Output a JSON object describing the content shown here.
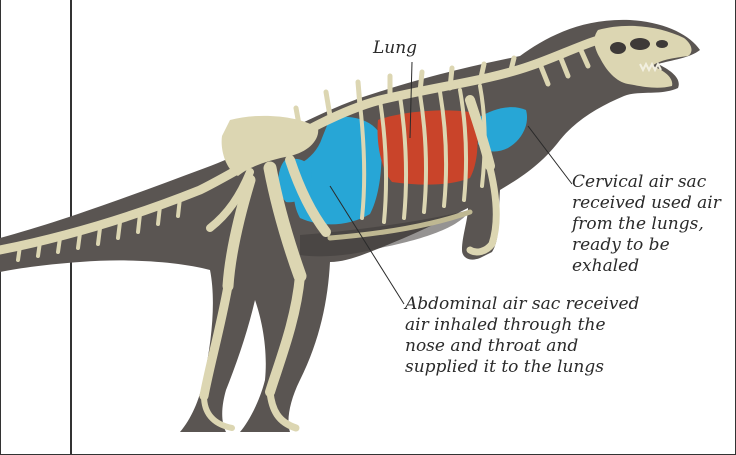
{
  "labels": {
    "lung": "Lung",
    "cervical_air_sac": "Cervical air sac\nreceived used air\nfrom the lungs,\nready to be exhaled",
    "abdominal_air_sac": "Abdominal air sac received\nair inhaled through the\nnose and throat and\nsupplied it to the lungs"
  },
  "colors": {
    "body": "#5a5552",
    "body_dark": "#3e3a38",
    "bone": "#dcd6b2",
    "bone_shade": "#bfb892",
    "lung": "#c9442a",
    "air_sac": "#27a6d6",
    "leader_line": "#2a2a2a",
    "rule": "#333333"
  }
}
